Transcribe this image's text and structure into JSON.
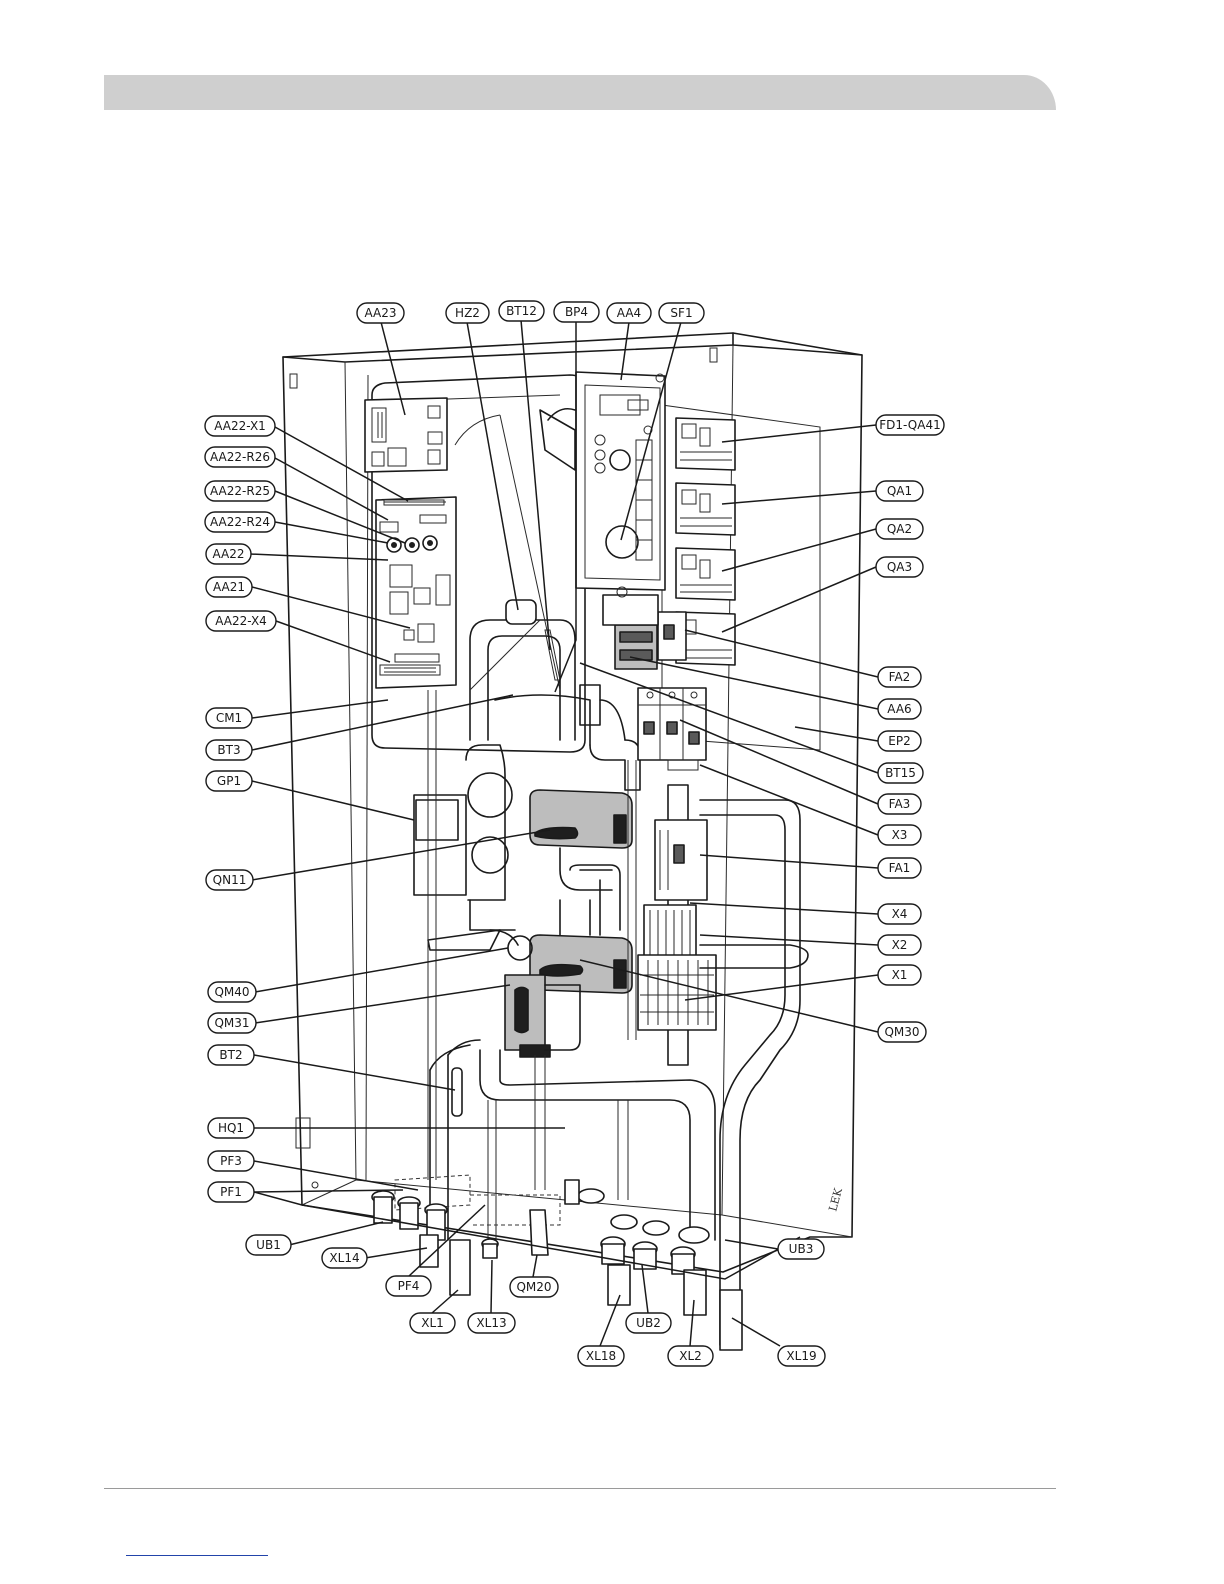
{
  "page": {
    "header_bar_color": "#cfcfcf",
    "footer_rule_color": "#9a9a9a"
  },
  "diagram": {
    "type": "component-location-illustration",
    "labels": [
      {
        "id": "AA23",
        "text": "AA23"
      },
      {
        "id": "HZ2",
        "text": "HZ2"
      },
      {
        "id": "BT12",
        "text": "BT12"
      },
      {
        "id": "BP4",
        "text": "BP4"
      },
      {
        "id": "AA4",
        "text": "AA4"
      },
      {
        "id": "SF1",
        "text": "SF1"
      },
      {
        "id": "AA22-X1",
        "text": "AA22-X1"
      },
      {
        "id": "AA22-R26",
        "text": "AA22-R26"
      },
      {
        "id": "AA22-R25",
        "text": "AA22-R25"
      },
      {
        "id": "AA22-R24",
        "text": "AA22-R24"
      },
      {
        "id": "AA22",
        "text": "AA22"
      },
      {
        "id": "AA21",
        "text": "AA21"
      },
      {
        "id": "AA22-X4",
        "text": "AA22-X4"
      },
      {
        "id": "CM1",
        "text": "CM1"
      },
      {
        "id": "BT3",
        "text": "BT3"
      },
      {
        "id": "GP1",
        "text": "GP1"
      },
      {
        "id": "QN11",
        "text": "QN11"
      },
      {
        "id": "QM40",
        "text": "QM40"
      },
      {
        "id": "QM31",
        "text": "QM31"
      },
      {
        "id": "BT2",
        "text": "BT2"
      },
      {
        "id": "HQ1",
        "text": "HQ1"
      },
      {
        "id": "PF3",
        "text": "PF3"
      },
      {
        "id": "PF1",
        "text": "PF1"
      },
      {
        "id": "UB1",
        "text": "UB1"
      },
      {
        "id": "XL14",
        "text": "XL14"
      },
      {
        "id": "PF4",
        "text": "PF4"
      },
      {
        "id": "XL1",
        "text": "XL1"
      },
      {
        "id": "XL13",
        "text": "XL13"
      },
      {
        "id": "QM20",
        "text": "QM20"
      },
      {
        "id": "XL18",
        "text": "XL18"
      },
      {
        "id": "UB2",
        "text": "UB2"
      },
      {
        "id": "XL2",
        "text": "XL2"
      },
      {
        "id": "XL19",
        "text": "XL19"
      },
      {
        "id": "UB3",
        "text": "UB3"
      },
      {
        "id": "FD1-QA41",
        "text": "FD1-QA41"
      },
      {
        "id": "QA1",
        "text": "QA1"
      },
      {
        "id": "QA2",
        "text": "QA2"
      },
      {
        "id": "QA3",
        "text": "QA3"
      },
      {
        "id": "FA2",
        "text": "FA2"
      },
      {
        "id": "AA6",
        "text": "AA6"
      },
      {
        "id": "EP2",
        "text": "EP2"
      },
      {
        "id": "BT15",
        "text": "BT15"
      },
      {
        "id": "FA3",
        "text": "FA3"
      },
      {
        "id": "X3",
        "text": "X3"
      },
      {
        "id": "FA1",
        "text": "FA1"
      },
      {
        "id": "X4",
        "text": "X4"
      },
      {
        "id": "X2",
        "text": "X2"
      },
      {
        "id": "X1",
        "text": "X1"
      },
      {
        "id": "QM30",
        "text": "QM30"
      }
    ],
    "cabinet_mark": "LEK"
  }
}
